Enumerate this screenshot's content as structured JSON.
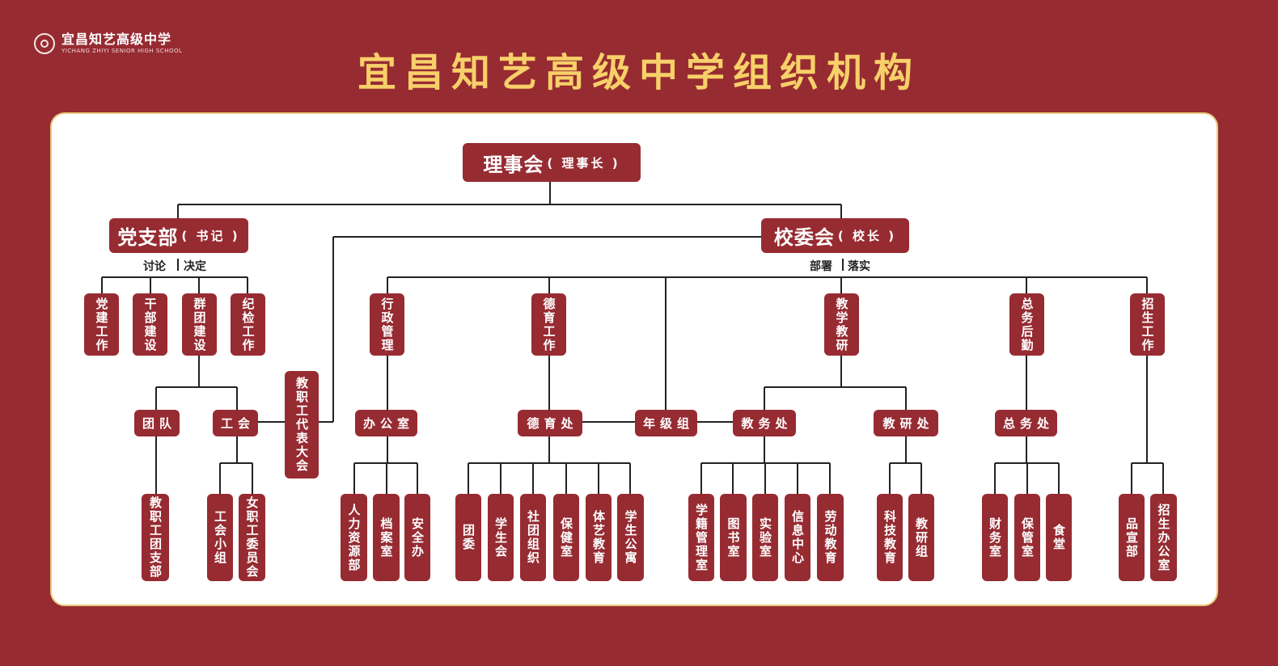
{
  "logo": {
    "name_cn": "宜昌知艺高级中学",
    "name_en": "YICHANG ZHIYI SENIOR HIGH SCHOOL"
  },
  "title": "宜昌知艺高级中学组织机构",
  "colors": {
    "background": "#972b32",
    "box": "#972b32",
    "title": "#f7d069",
    "panel_border": "#e9c97a",
    "line": "#222222"
  },
  "top": {
    "name": "理事会",
    "note": "( 理事长 )"
  },
  "party": {
    "name": "党支部",
    "note": "( 书记 )",
    "caption_left": "讨论",
    "caption_right": "决定",
    "units": [
      "党建工作",
      "干部建设",
      "群团建设",
      "纪检工作"
    ],
    "groups": [
      {
        "name": "团队",
        "children": [
          "教职工团支部"
        ]
      },
      {
        "name": "工会",
        "children": [
          "工会小组",
          "女职工委员会"
        ]
      }
    ],
    "congress": "教职工代表大会"
  },
  "school": {
    "name": "校委会",
    "note": "( 校长 )",
    "caption_left": "部署",
    "caption_right": "落实",
    "depts": [
      "行政管理",
      "德育工作",
      "教学教研",
      "总务后勤",
      "招生工作"
    ],
    "offices": {
      "admin": {
        "name": "办公室",
        "children": [
          "人力资源部",
          "档案室",
          "安全办"
        ]
      },
      "moral": {
        "name": "德育处",
        "children": [
          "团委",
          "学生会",
          "社团组织",
          "保健室",
          "体艺教育",
          "学生公寓"
        ]
      },
      "grade": {
        "name": "年级组"
      },
      "academic": {
        "name": "教务处",
        "children": [
          "学籍管理室",
          "图书室",
          "实验室",
          "信息中心",
          "劳动教育"
        ]
      },
      "research": {
        "name": "教研处",
        "children": [
          "科技教育",
          "教研组"
        ]
      },
      "general": {
        "name": "总务处",
        "children": [
          "财务室",
          "保管室",
          "食堂"
        ]
      },
      "enroll": {
        "children": [
          "品宣部",
          "招生办公室"
        ]
      }
    }
  }
}
